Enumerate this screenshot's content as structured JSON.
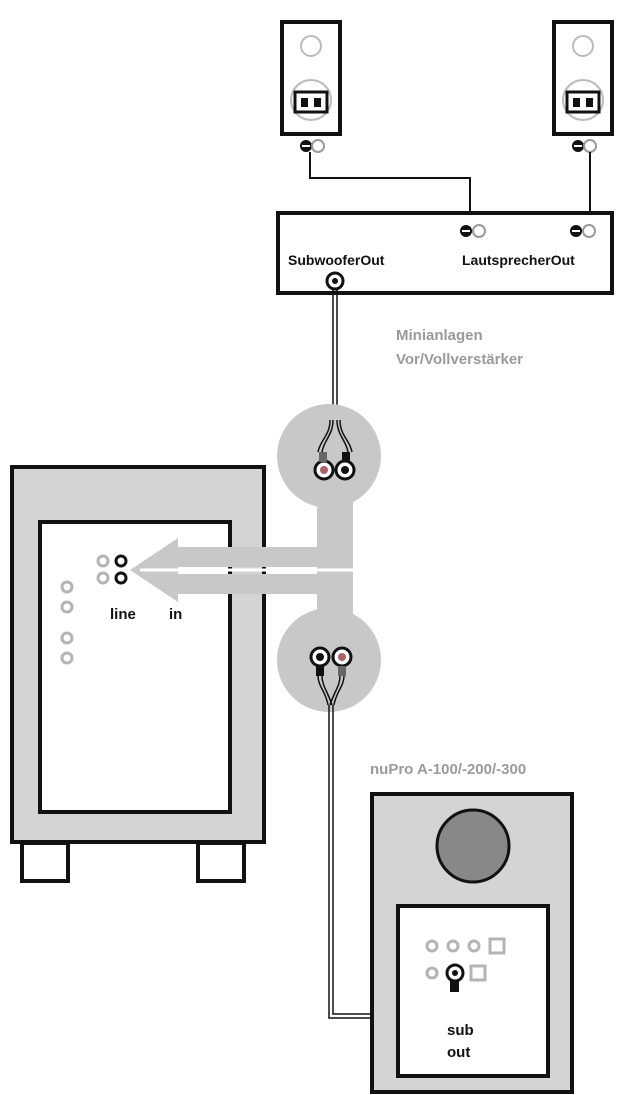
{
  "amplifier": {
    "subwoofer_out_label": "SubwooferOut",
    "speaker_out_label": "LautsprecherOut",
    "caption_line1": "Minianlagen",
    "caption_line2": "Vor/Vollverstärker"
  },
  "subwoofer": {
    "input_label_line": "line",
    "input_label_in": "in"
  },
  "nupro": {
    "model_label": "nuPro   A-100/-200/-300",
    "output_label_sub": "sub",
    "output_label_out": "out"
  },
  "colors": {
    "line": "#111111",
    "panel_gray": "#d4d4d4",
    "arrow_gray": "#c8c8c8",
    "jack_gray": "#b4b4b4",
    "caption_gray": "#9a9a9a"
  }
}
